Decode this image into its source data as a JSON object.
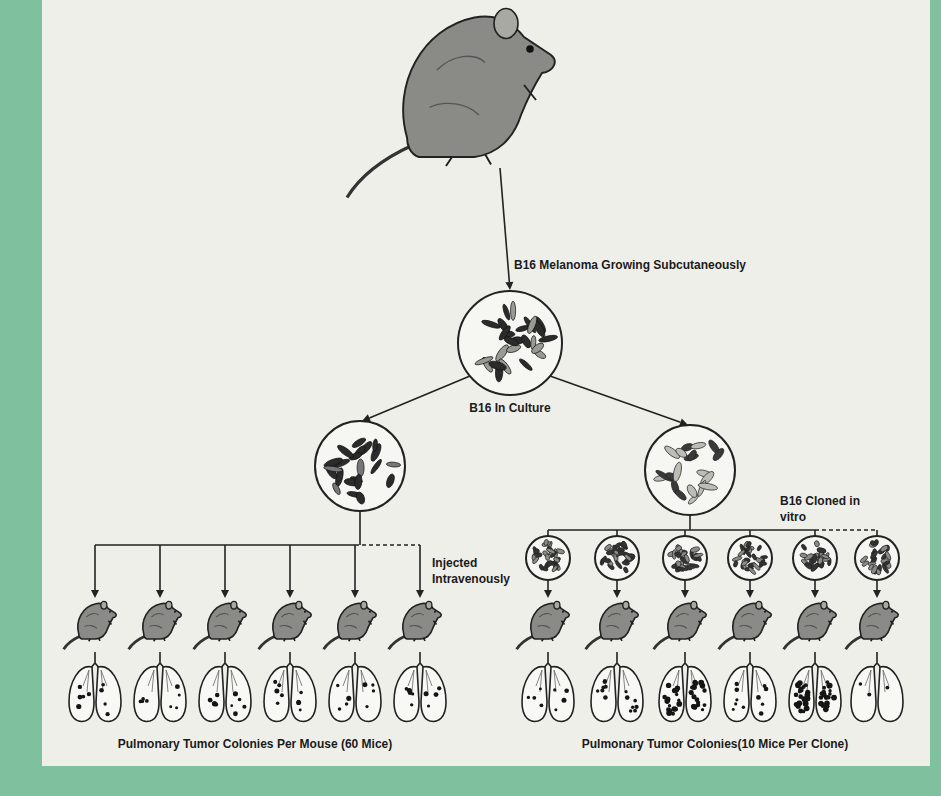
{
  "diagram": {
    "nodes": [
      {
        "text": [
          "B16 In Culture"
        ]
      }
    ],
    "labels": [
      "B16 Melanoma Growing Subcutaneously",
      "Injected Intravenously",
      "B16 Cloned in vitro",
      "Pulmonary Tumor Colonies Per Mouse (60 Mice)",
      "Pulmonary Tumor Colonies(10 Mice Per Clone)"
    ]
  }
}
